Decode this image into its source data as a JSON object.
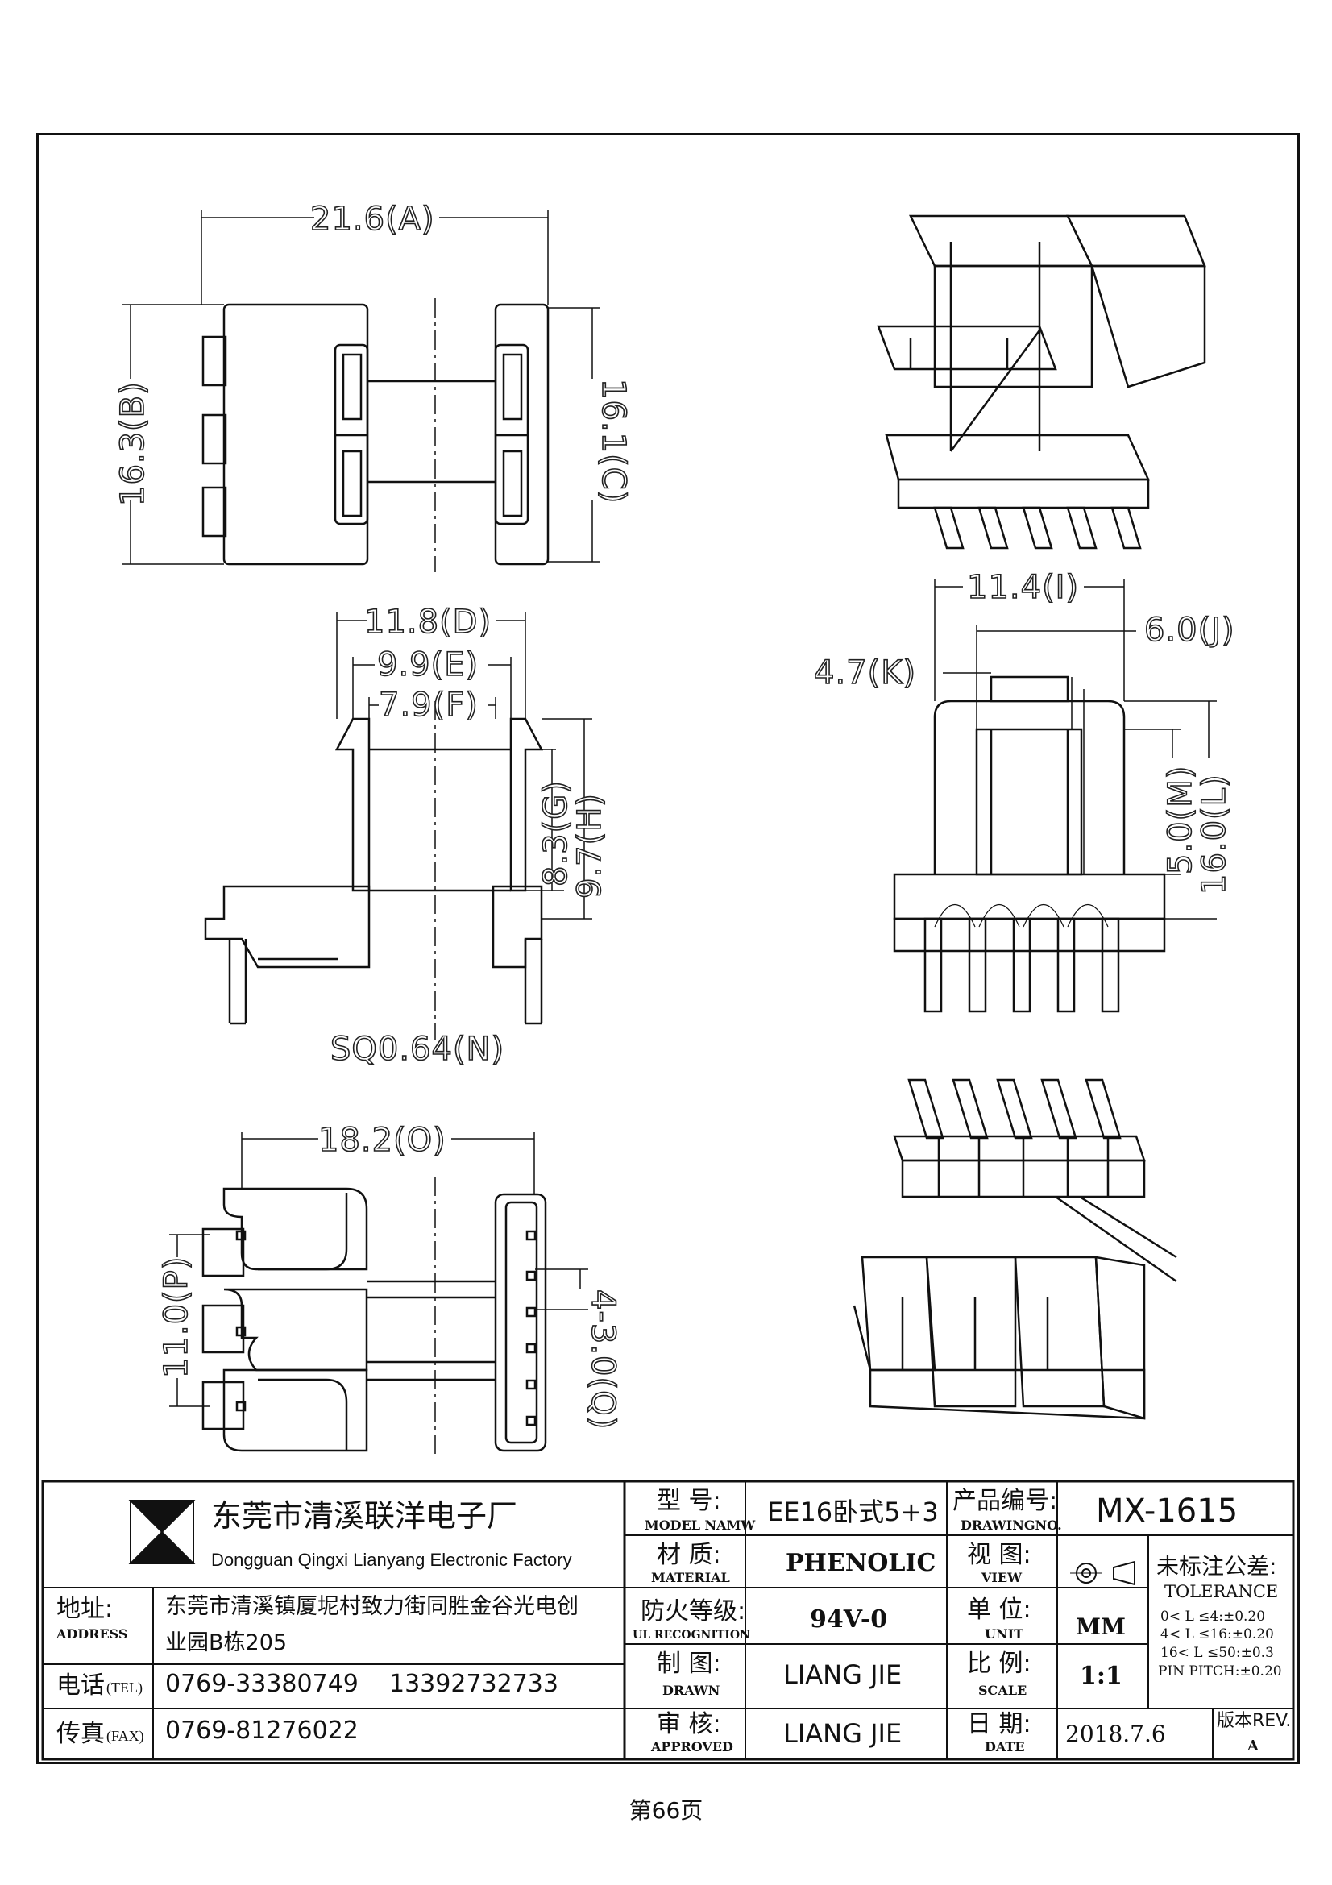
{
  "dimensions": {
    "A": "21.6(A)",
    "B": "16.3(B)",
    "C": "16.1(C)",
    "D": "11.8(D)",
    "E": "9.9(E)",
    "F": "7.9(F)",
    "G": "8.3(G)",
    "H": "9.7(H)",
    "N": "SQ0.64(N)",
    "I": "11.4(I)",
    "J": "6.0(J)",
    "K": "4.7(K)",
    "M": "5.0(M)",
    "L": "16.0(L)",
    "O": "18.2(O)",
    "P": "11.0(P)",
    "Q": "4-3.0(Q)"
  },
  "company": {
    "name_cn": "东莞市清溪联洋电子厂",
    "name_en": "Dongguan Qingxi Lianyang Electronic Factory",
    "address_label_cn": "地址:",
    "address_label_en": "ADDRESS",
    "address_line1": "东莞市清溪镇厦坭村致力街同胜金谷光电创",
    "address_line2": "业园B栋205",
    "tel_label_cn": "电话",
    "tel_label_en": "(TEL)",
    "tel_value": "0769-33380749    13392732733",
    "fax_label_cn": "传真",
    "fax_label_en": "(FAX)",
    "fax_value": "0769-81276022"
  },
  "spec": {
    "model_label_cn": "型  号:",
    "model_label_en": "MODEL NAMW",
    "model_value": "EE16卧式5+3",
    "material_label_cn": "材  质:",
    "material_label_en": "MATERIAL",
    "material_value": "PHENOLIC",
    "ul_label_cn": "防火等级:",
    "ul_label_en": "UL RECOGNITION",
    "ul_value": "94V-0",
    "drawn_label_cn": "制  图:",
    "drawn_label_en": "DRAWN",
    "drawn_value": "LIANG JIE",
    "approved_label_cn": "审  核:",
    "approved_label_en": "APPROVED",
    "approved_value": "LIANG JIE",
    "drawingno_label_cn": "产品编号:",
    "drawingno_label_en": "DRAWINGNO.",
    "drawingno_value": "MX-1615",
    "view_label_cn": "视  图:",
    "view_label_en": "VIEW",
    "unit_label_cn": "单  位:",
    "unit_label_en": "UNIT",
    "unit_value": "MM",
    "scale_label_cn": "比  例:",
    "scale_label_en": "SCALE",
    "scale_value": "1:1",
    "date_label_cn": "日  期:",
    "date_label_en": "DATE",
    "date_value": "2018.7.6",
    "rev_label": "版本REV.",
    "rev_value": "A",
    "tolerance_label_cn": "未标注公差:",
    "tolerance_label_en": "TOLERANCE",
    "tolerance_lines": [
      "0< L ≤4:±0.20",
      "4< L ≤16:±0.20",
      "16< L ≤50:±0.3",
      "PIN PITCH:±0.20"
    ]
  },
  "footer": {
    "page": "第66页"
  }
}
